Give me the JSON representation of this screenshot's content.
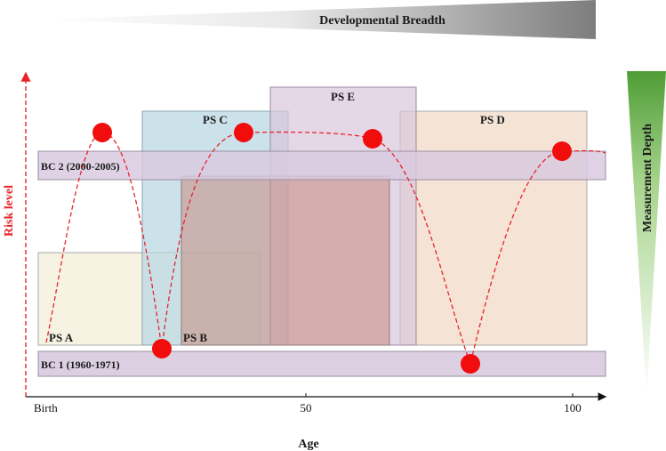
{
  "top_banner": {
    "label": "Developmental Breadth"
  },
  "side_banner": {
    "label": "Measurement Depth"
  },
  "axes": {
    "y_label": "Risk level",
    "x_label": "Age",
    "x_ticks": [
      "Birth",
      "50",
      "100"
    ]
  },
  "boxes": {
    "ps_a": {
      "label": "PS A"
    },
    "ps_b": {
      "label": "PS B"
    },
    "ps_c": {
      "label": "PS C"
    },
    "ps_d": {
      "label": "PS D"
    },
    "ps_e": {
      "label": "PS E"
    }
  },
  "bands": {
    "bc1": {
      "label": "BC 1 (1960-1971)"
    },
    "bc2": {
      "label": "BC 2 (2000-2005)"
    }
  },
  "colors": {
    "risk_curve": "#e8242b",
    "axis_red": "#e8242b",
    "ps_a": "#f3efda",
    "ps_b": "#d9a79c",
    "ps_c": "#b7d6e3",
    "ps_d": "#f3dccb",
    "ps_e": "#d8c6dc",
    "band": "#d8cadf",
    "banner_grey": "#8a8a8a",
    "banner_green": "#5aa33e"
  }
}
